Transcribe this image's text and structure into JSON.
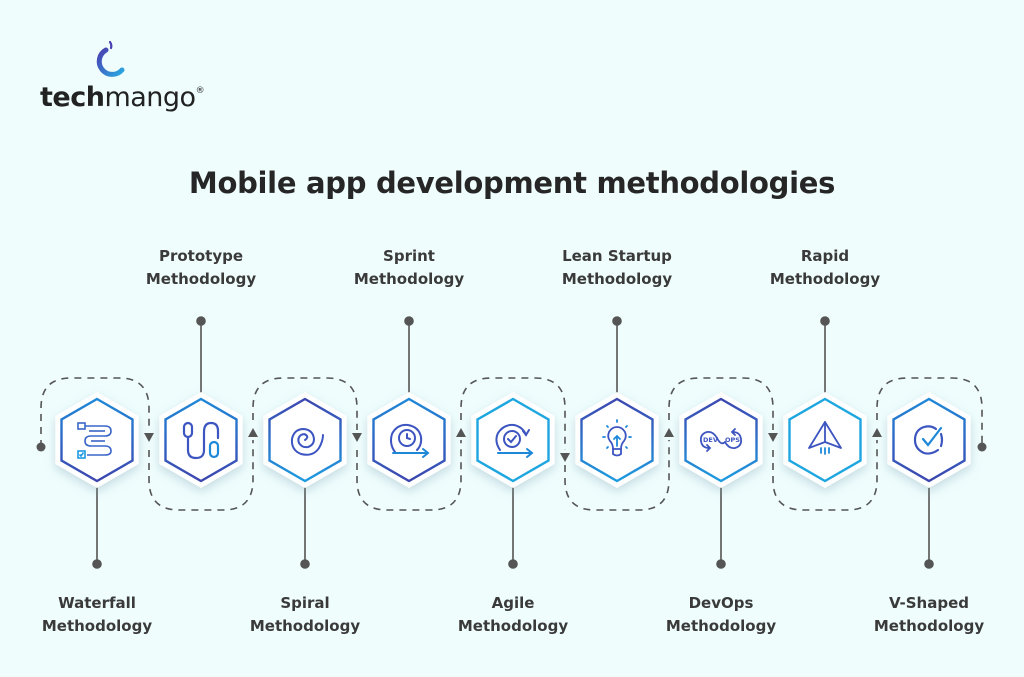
{
  "brand": {
    "name_bold": "tech",
    "name_light": "mango",
    "registered": "®",
    "colors": {
      "logo_blue": "#2aa7e0",
      "logo_purple": "#4a3fb0"
    }
  },
  "title": "Mobile app development methodologies",
  "colors": {
    "background": "#effdfd",
    "text": "#3a3a3a",
    "connector": "#555555",
    "hex_blue": "#1e88d8",
    "hex_purple": "#3d46b0",
    "hex_fill": "#ffffff"
  },
  "methodologies": [
    {
      "line1": "Waterfall",
      "line2": "Methodology",
      "icon": "waterfall-flowchart-icon",
      "position": "bottom"
    },
    {
      "line1": "Prototype",
      "line2": "Methodology",
      "icon": "prototype-path-icon",
      "position": "top"
    },
    {
      "line1": "Spiral",
      "line2": "Methodology",
      "icon": "spiral-icon",
      "position": "bottom"
    },
    {
      "line1": "Sprint",
      "line2": "Methodology",
      "icon": "sprint-clock-arrow-icon",
      "position": "top"
    },
    {
      "line1": "Agile",
      "line2": "Methodology",
      "icon": "agile-cycle-check-icon",
      "position": "bottom"
    },
    {
      "line1": "Lean Startup",
      "line2": "Methodology",
      "icon": "lightbulb-icon",
      "position": "top"
    },
    {
      "line1": "DevOps",
      "line2": "Methodology",
      "icon": "devops-infinity-icon",
      "position": "bottom"
    },
    {
      "line1": "Rapid",
      "line2": "Methodology",
      "icon": "paper-plane-icon",
      "position": "top"
    },
    {
      "line1": "V-Shaped",
      "line2": "Methodology",
      "icon": "check-circle-icon",
      "position": "bottom"
    }
  ]
}
